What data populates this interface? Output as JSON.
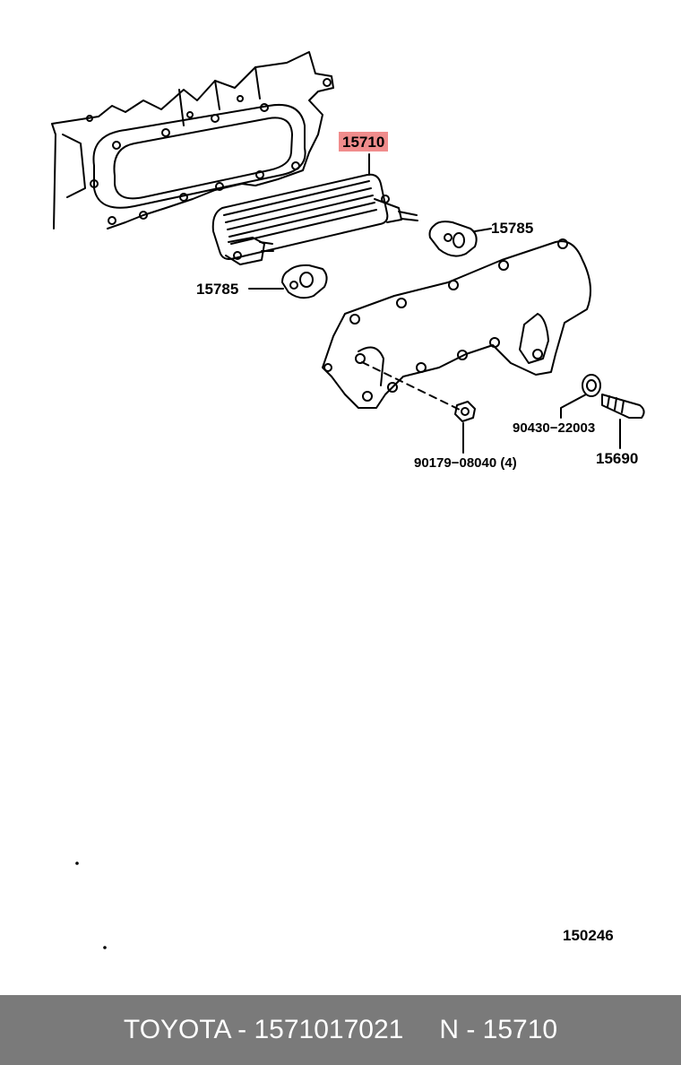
{
  "labels": {
    "oil_cooler": "15710",
    "gasket_right": "15785",
    "gasket_left": "15785",
    "washer": "90430−22003",
    "nut": "90179−08040 (4)",
    "plug": "15690"
  },
  "highlight_color": "#f08c8c",
  "diagram_id": "150246",
  "footer": {
    "brand_part": "TOYOTA - 1571017021",
    "ref": "N - 15710"
  }
}
